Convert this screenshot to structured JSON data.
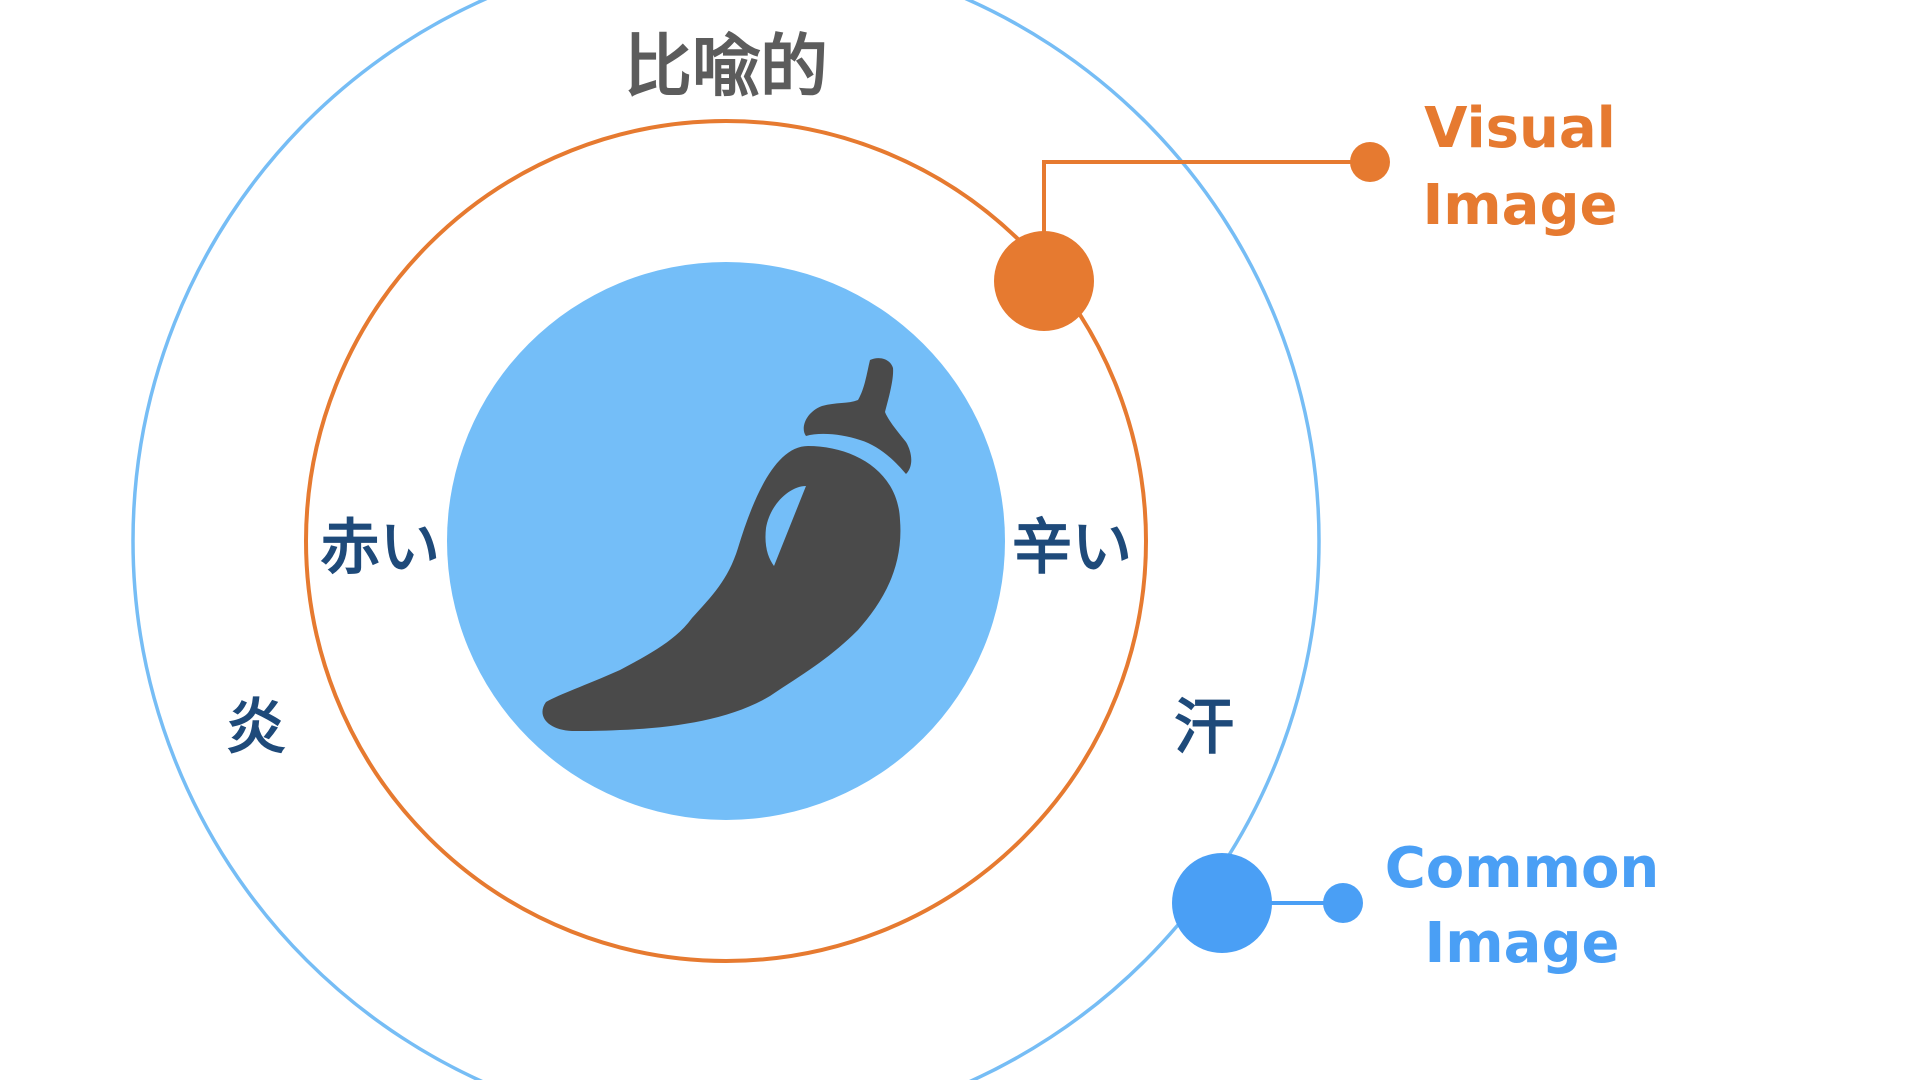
{
  "diagram": {
    "outer_ring_title": "比喩的",
    "inner_left_word": "赤い",
    "inner_right_word": "辛い",
    "outer_left_word": "炎",
    "outer_right_word": "汗",
    "center_icon": "chili-pepper-icon"
  },
  "legend": {
    "visual": {
      "line1": "Visual",
      "line2": "Image",
      "color": "#E67A30"
    },
    "common": {
      "line1": "Common",
      "line2": "Image",
      "color": "#4A9FF5"
    }
  },
  "colors": {
    "outer_ring": "#76BDF5",
    "inner_ring": "#E67A30",
    "center_disc": "#74BEF8",
    "inner_text": "#1E4A7A",
    "title_text": "#5C5C5C",
    "pepper": "#4A4A4A"
  }
}
